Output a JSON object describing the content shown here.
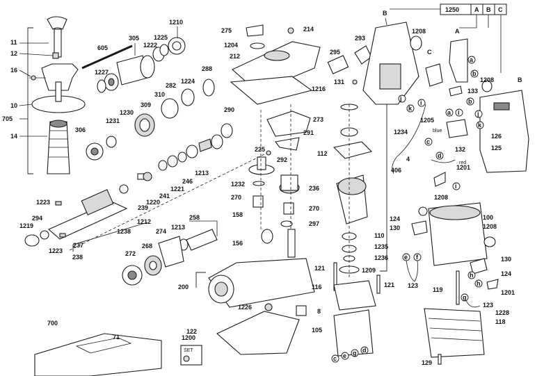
{
  "header_table": {
    "model": "1250",
    "cols": [
      "A",
      "B",
      "C"
    ]
  },
  "labels": {
    "p11": "11",
    "p12": "12",
    "p16": "16",
    "p10": "10",
    "p705": "705",
    "p14": "14",
    "p605": "605",
    "p305": "305",
    "p1210": "1210",
    "p1225": "1225",
    "p1222": "1222",
    "p1227": "1227",
    "p288": "288",
    "p282": "282",
    "p1224": "1224",
    "p310": "310",
    "p309": "309",
    "p1230": "1230",
    "p1231": "1231",
    "p306": "306",
    "p290": "290",
    "p246": "246",
    "p1213a": "1213",
    "p1221": "1221",
    "p241": "241",
    "p1220": "1220",
    "p239": "239",
    "p1212": "1212",
    "p1238": "1238",
    "p237": "237",
    "p238": "238",
    "p1223a": "1223",
    "p294": "294",
    "p1219": "1219",
    "p1223b": "1223",
    "p258": "258",
    "p1213b": "1213",
    "p274": "274",
    "p268": "268",
    "p272": "272",
    "p275": "275",
    "p214": "214",
    "p1204": "1204",
    "p212": "212",
    "p1216": "1216",
    "p273": "273",
    "p291": "291",
    "p225": "225",
    "p292": "292",
    "p1232": "1232",
    "p236": "236",
    "p270a": "270",
    "p270b": "270",
    "p158": "158",
    "p297": "297",
    "p156": "156",
    "p200": "200",
    "p1226": "1226",
    "p8": "8",
    "p122": "122",
    "p700": "700",
    "p71": "71",
    "p1200": "1200",
    "p293": "293",
    "p295": "295",
    "p131": "131",
    "p1208a": "1208",
    "p1208b": "1208",
    "p1234": "1234",
    "p112": "112",
    "p406": "406",
    "p110": "110",
    "p1235": "1235",
    "p1236": "1236",
    "p121a": "121",
    "p1209": "1209",
    "p121b": "121",
    "p116": "116",
    "p105": "105",
    "p133": "133",
    "p1205": "1205",
    "p126": "126",
    "p125": "125",
    "p132": "132",
    "p4": "4",
    "p1201a": "1201",
    "p1208c": "1208",
    "p100": "100",
    "p1208d": "1208",
    "p124a": "124",
    "p130a": "130",
    "p130b": "130",
    "p124b": "124",
    "p123a": "123",
    "p119": "119",
    "p1201b": "1201",
    "p123b": "123",
    "p1228": "1228",
    "p118": "118",
    "p129": "129",
    "wire_blue": "blue",
    "wire_red": "red",
    "set_word": "SET"
  },
  "callouts": {
    "A_top": "A",
    "B_top": "B",
    "C_top": "C",
    "B_right": "B",
    "a1": "a",
    "b1": "b",
    "j1": "j",
    "k1": "k",
    "a2": "a",
    "i1": "i",
    "b2": "b",
    "j2": "j",
    "k2": "k",
    "c1": "c",
    "d1": "d",
    "e1": "e",
    "f1": "f",
    "h1": "h",
    "h2": "h",
    "g1": "g",
    "c2": "c",
    "e2": "e",
    "g2": "g",
    "d2": "d",
    "i2": "i"
  },
  "colors": {
    "ink": "#1a1a1a",
    "fill": "#ffffff",
    "shade": "#d9d9d9",
    "dark": "#8a8a8a"
  }
}
